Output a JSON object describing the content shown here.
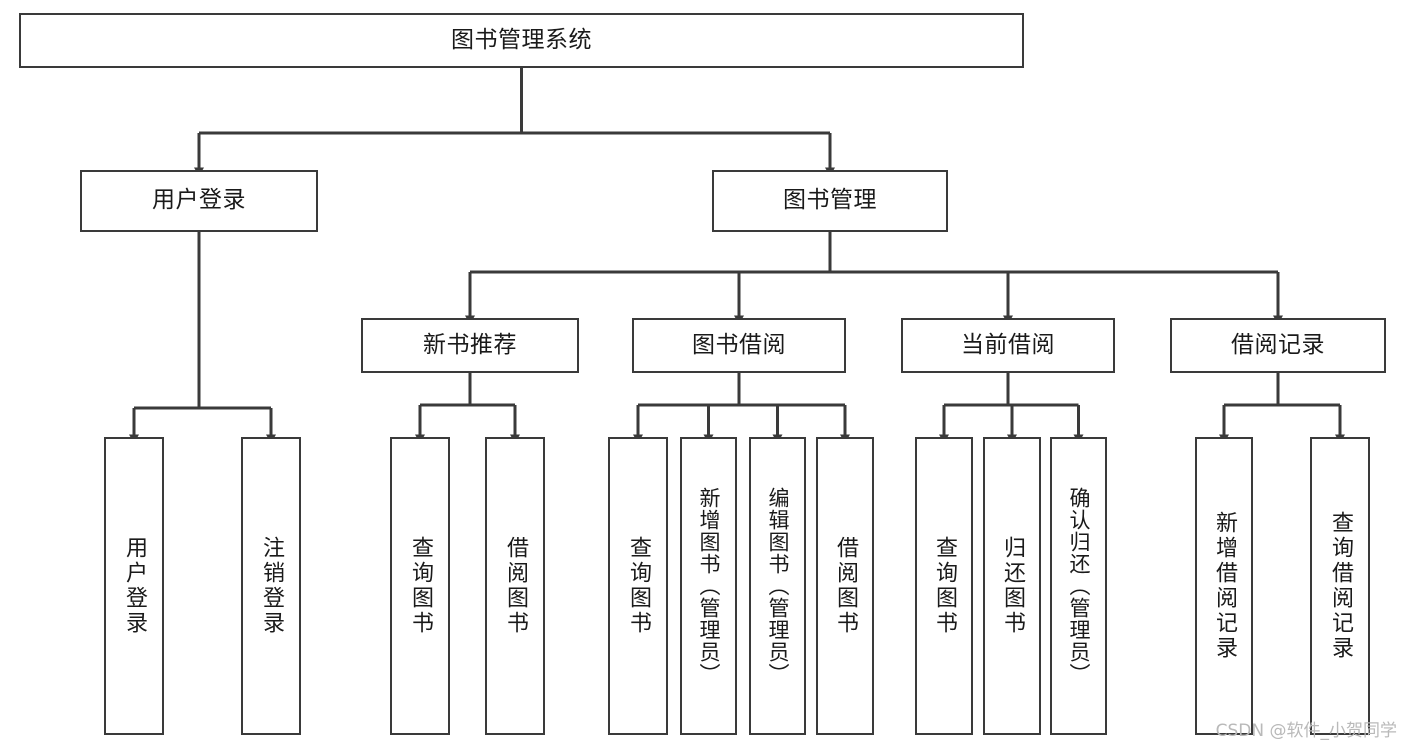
{
  "diagram": {
    "title": "图书管理系统",
    "type": "tree-hierarchy-diagram",
    "colors": {
      "stroke": "#3a3a3a",
      "fill": "#ffffff",
      "text": "#1a1a1a",
      "watermark": "#b9b9b9"
    },
    "root": {
      "id": "root",
      "label": "图书管理系统"
    },
    "level1": [
      {
        "id": "user-login",
        "label": "用户登录"
      },
      {
        "id": "book-management",
        "label": "图书管理"
      }
    ],
    "level2": [
      {
        "id": "new-book-recommend",
        "label": "新书推荐",
        "parent": "book-management"
      },
      {
        "id": "book-borrow",
        "label": "图书借阅",
        "parent": "book-management"
      },
      {
        "id": "current-borrow",
        "label": "当前借阅",
        "parent": "book-management"
      },
      {
        "id": "borrow-record",
        "label": "借阅记录",
        "parent": "book-management"
      }
    ],
    "leaves": [
      {
        "id": "leaf-user-login",
        "label": "用户登录",
        "parent": "user-login"
      },
      {
        "id": "leaf-logout-login",
        "label": "注销登录",
        "parent": "user-login"
      },
      {
        "id": "leaf-query-book-1",
        "label": "查询图书",
        "parent": "new-book-recommend"
      },
      {
        "id": "leaf-borrow-book-1",
        "label": "借阅图书",
        "parent": "new-book-recommend"
      },
      {
        "id": "leaf-query-book-2",
        "label": "查询图书",
        "parent": "book-borrow"
      },
      {
        "id": "leaf-add-book",
        "label": "新增图书（管理员）",
        "parent": "book-borrow"
      },
      {
        "id": "leaf-edit-book",
        "label": "编辑图书（管理员）",
        "parent": "book-borrow"
      },
      {
        "id": "leaf-borrow-book-2",
        "label": "借阅图书",
        "parent": "book-borrow"
      },
      {
        "id": "leaf-query-book-3",
        "label": "查询图书",
        "parent": "current-borrow"
      },
      {
        "id": "leaf-return-book",
        "label": "归还图书",
        "parent": "current-borrow"
      },
      {
        "id": "leaf-confirm-return",
        "label": "确认归还（管理员）",
        "parent": "current-borrow"
      },
      {
        "id": "leaf-add-record",
        "label": "新增借阅记录",
        "parent": "borrow-record"
      },
      {
        "id": "leaf-query-record",
        "label": "查询借阅记录",
        "parent": "borrow-record"
      }
    ],
    "watermark": "CSDN @软件_小贺同学"
  }
}
